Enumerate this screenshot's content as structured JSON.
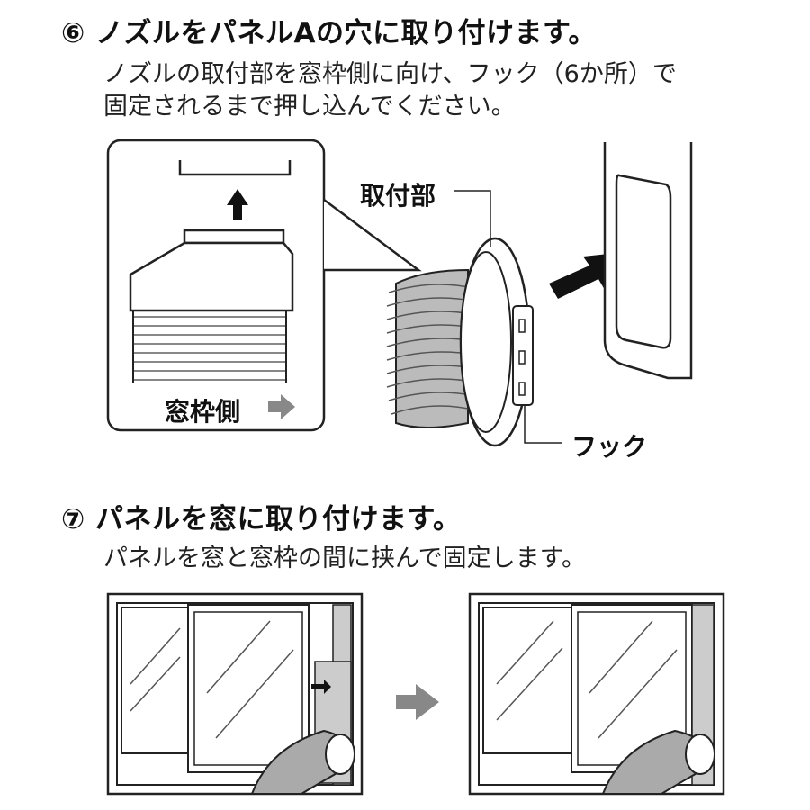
{
  "step6": {
    "title": "⑥ ノズルをパネルAの穴に取り付けます。",
    "body_line1": "ノズルの取付部を窓枠側に向け、フック（6か所）で",
    "body_line2": "固定されるまで押し込んでください。",
    "callout_label": "窓枠側",
    "label_mount": "取付部",
    "label_hook": "フック"
  },
  "step7": {
    "title": "⑦ パネルを窓に取り付けます。",
    "body": "パネルを窓と窓枠の間に挟んで固定します。"
  },
  "colors": {
    "line": "#222222",
    "arrow_gray": "#777777",
    "panel_gray": "#cccccc"
  }
}
